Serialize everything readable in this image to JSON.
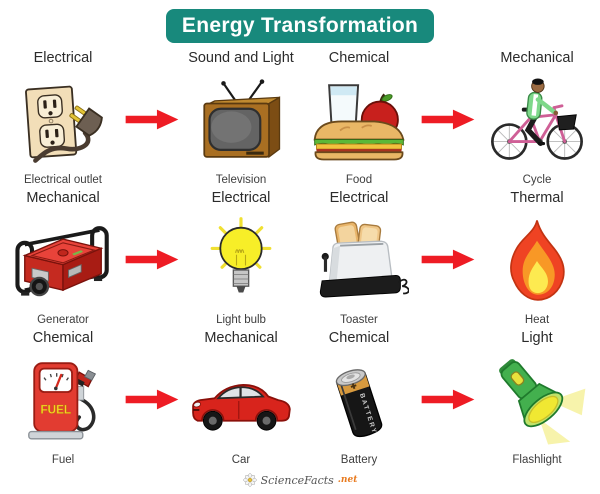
{
  "title": "Energy Transformation",
  "colors": {
    "page_bg": "#ffffff",
    "title_bg": "#18897c",
    "title_text": "#ffffff",
    "arrow": "#ee1c24",
    "energy_label_text": "#2b2b2b",
    "item_caption_text": "#3d3d3d",
    "watermark_text": "#555555",
    "watermark_suffix": "#e87a1e"
  },
  "pairs": [
    {
      "from": {
        "energy": "Electrical",
        "item": "Electrical outlet",
        "icon": "electrical-outlet-icon"
      },
      "to": {
        "energy": "Sound and Light",
        "item": "Television",
        "icon": "television-icon"
      }
    },
    {
      "from": {
        "energy": "Chemical",
        "item": "Food",
        "icon": "food-icon"
      },
      "to": {
        "energy": "Mechanical",
        "item": "Cycle",
        "icon": "bicycle-icon"
      }
    },
    {
      "from": {
        "energy": "Mechanical",
        "item": "Generator",
        "icon": "generator-icon"
      },
      "to": {
        "energy": "Electrical",
        "item": "Light bulb",
        "icon": "light-bulb-icon"
      }
    },
    {
      "from": {
        "energy": "Electrical",
        "item": "Toaster",
        "icon": "toaster-icon"
      },
      "to": {
        "energy": "Thermal",
        "item": "Heat",
        "icon": "flame-icon"
      }
    },
    {
      "from": {
        "energy": "Chemical",
        "item": "Fuel",
        "icon": "fuel-pump-icon"
      },
      "to": {
        "energy": "Mechanical",
        "item": "Car",
        "icon": "car-icon"
      }
    },
    {
      "from": {
        "energy": "Chemical",
        "item": "Battery",
        "icon": "battery-icon"
      },
      "to": {
        "energy": "Light",
        "item": "Flashlight",
        "icon": "flashlight-icon"
      }
    }
  ],
  "icon_texts": {
    "fuel_pump": "FUEL",
    "battery": "BATTERY"
  },
  "watermark": {
    "brand": "ScienceFacts",
    "suffix": ".net"
  }
}
